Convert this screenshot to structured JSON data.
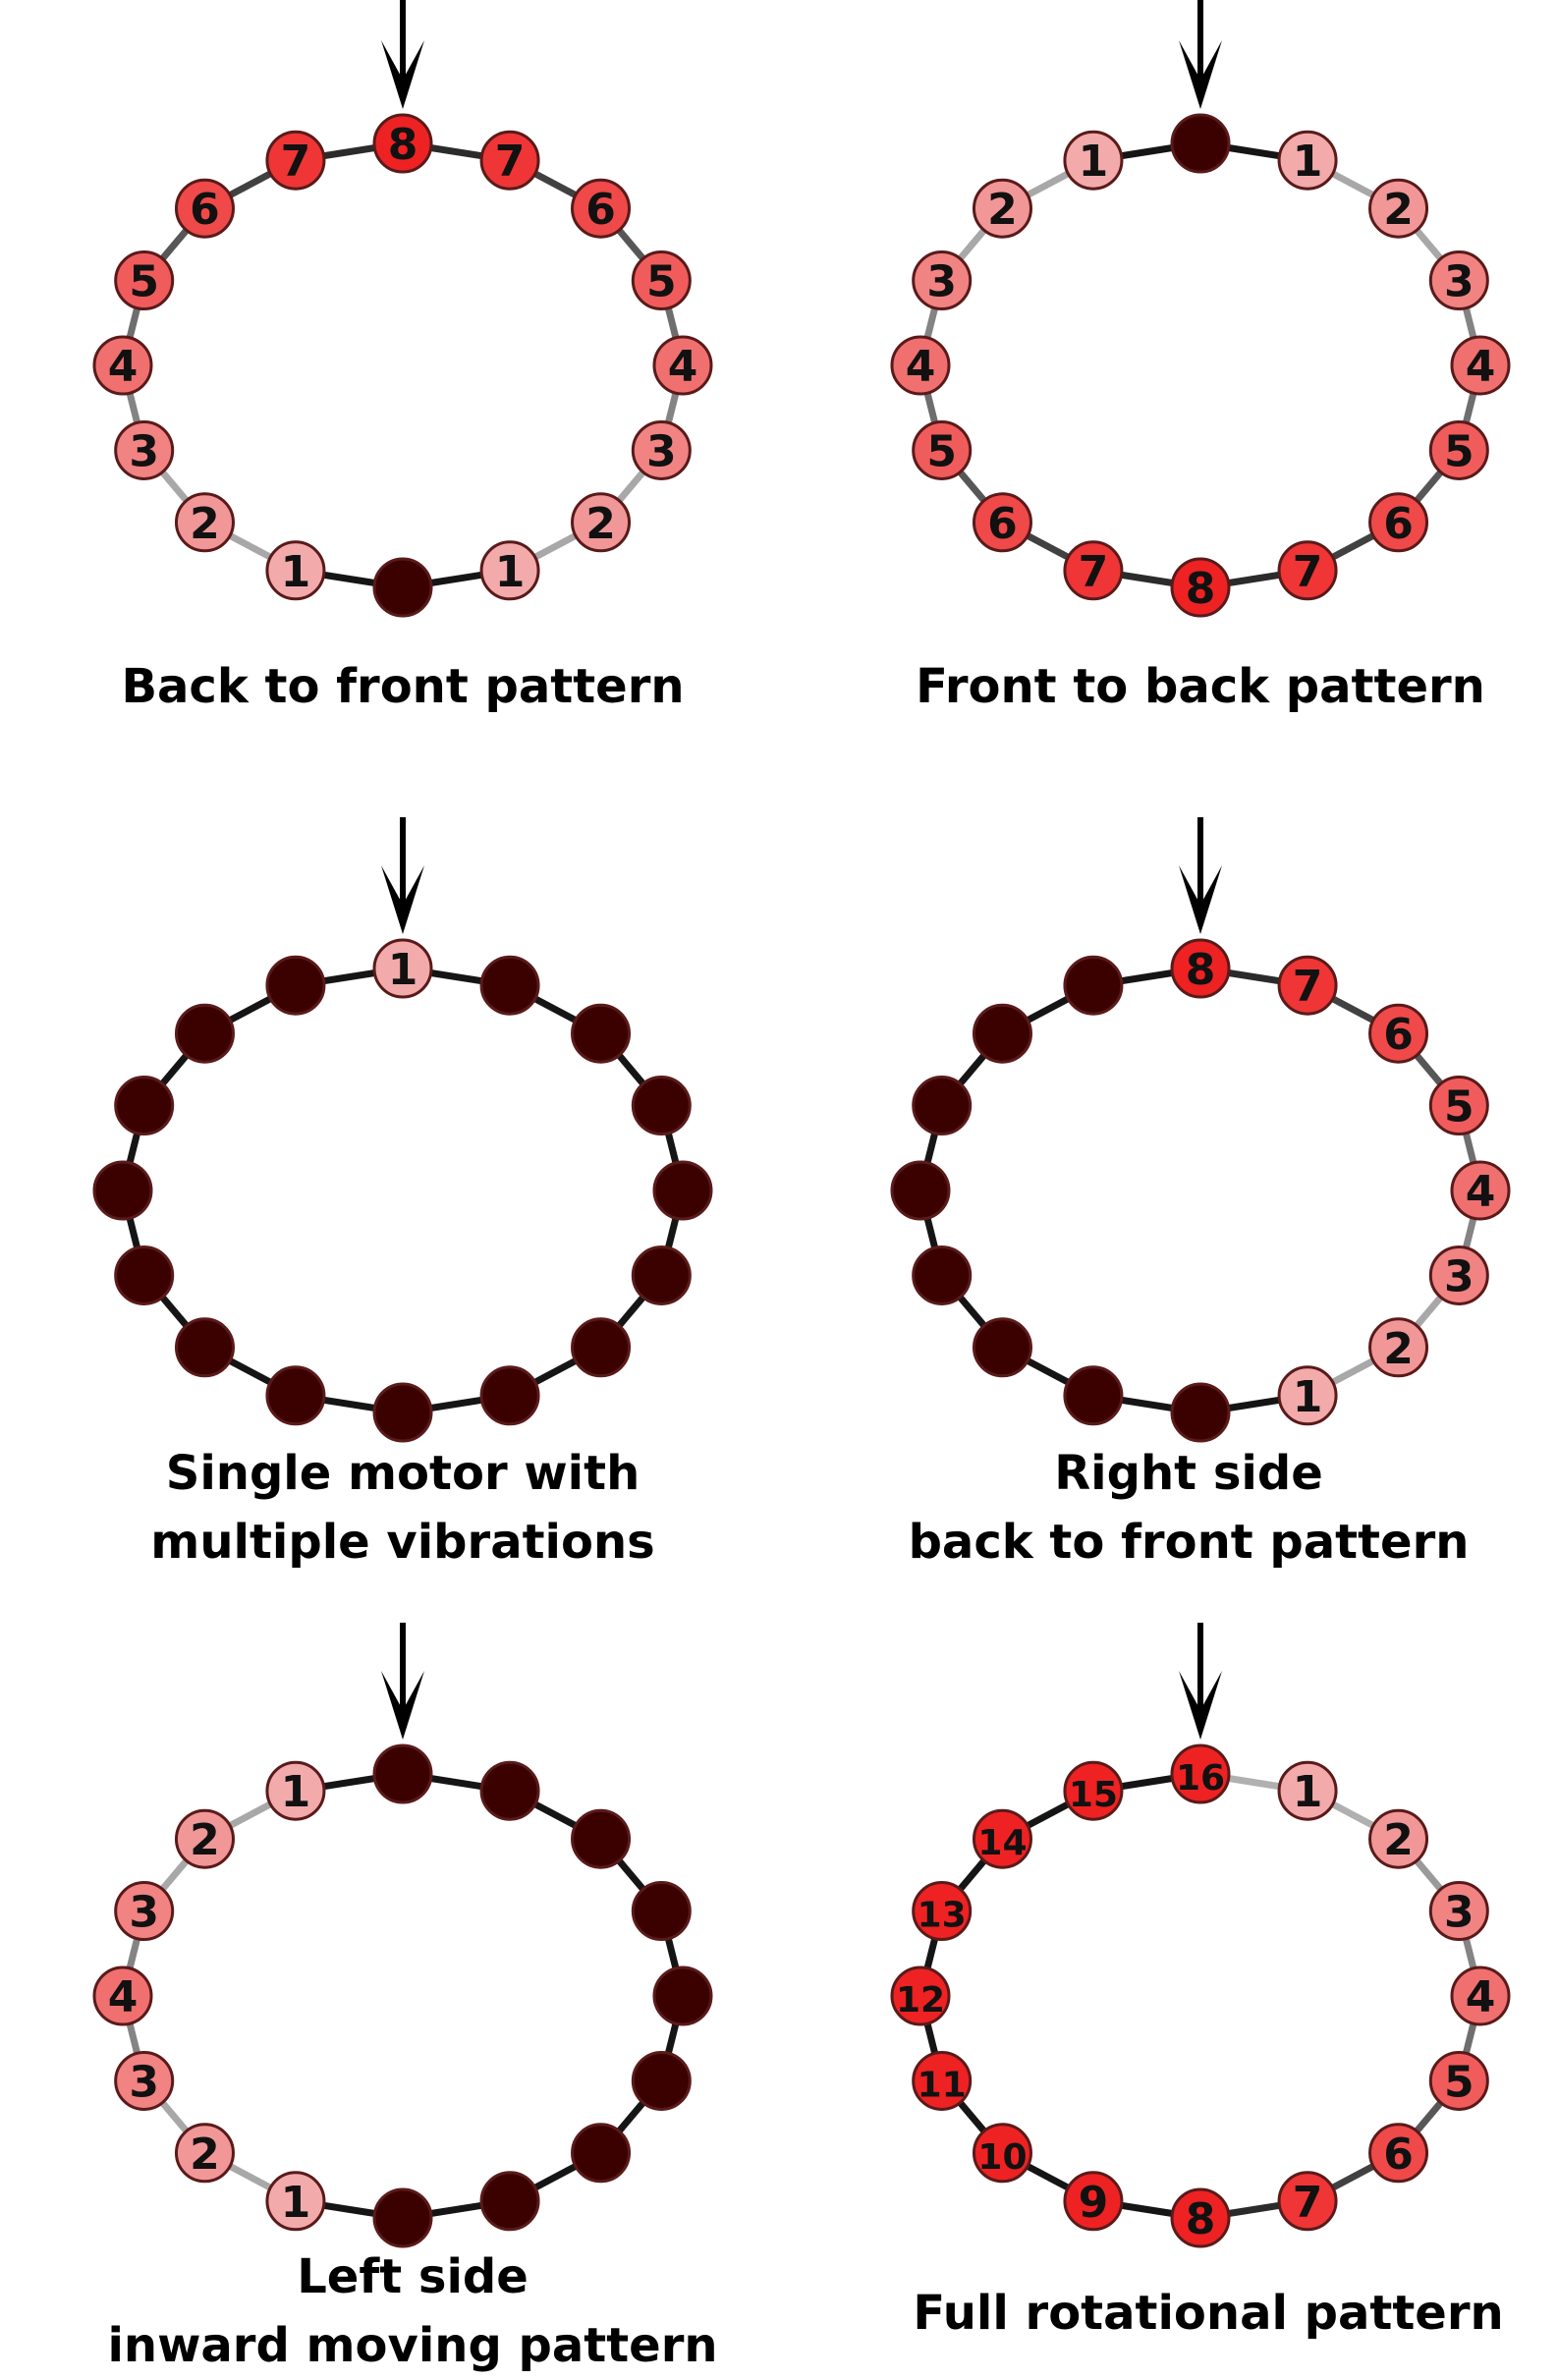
{
  "colors": {
    "background": "#ffffff",
    "inactive_motor": "#3b0000",
    "motor_outline": "#5a1a1a",
    "text": "#111111",
    "arrow": "#000000"
  },
  "intensity_scale_max": 8,
  "panels": [
    {
      "id": "back-to-front",
      "title_lines": [
        "Back to front pattern"
      ],
      "scale_max": 8,
      "motors": [
        "8",
        "7",
        "6",
        "5",
        "4",
        "3",
        "2",
        "1",
        "",
        "1",
        "2",
        "3",
        "4",
        "5",
        "6",
        "7"
      ]
    },
    {
      "id": "front-to-back",
      "title_lines": [
        "Front to back pattern"
      ],
      "scale_max": 8,
      "motors": [
        "",
        "1",
        "2",
        "3",
        "4",
        "5",
        "6",
        "7",
        "8",
        "7",
        "6",
        "5",
        "4",
        "3",
        "2",
        "1"
      ]
    },
    {
      "id": "single-motor",
      "title_lines": [
        "Single motor with",
        "multiple vibrations"
      ],
      "scale_max": 8,
      "motors": [
        "1",
        "",
        "",
        "",
        "",
        "",
        "",
        "",
        "",
        "",
        "",
        "",
        "",
        "",
        "",
        ""
      ]
    },
    {
      "id": "right-side",
      "title_lines": [
        "Right side",
        "back to front pattern"
      ],
      "scale_max": 8,
      "motors": [
        "8",
        "7",
        "6",
        "5",
        "4",
        "3",
        "2",
        "1",
        "",
        "",
        "",
        "",
        "",
        "",
        "",
        ""
      ]
    },
    {
      "id": "left-side-inward",
      "title_lines": [
        "Left side",
        "inward moving pattern"
      ],
      "scale_max": 8,
      "motors": [
        "",
        "",
        "",
        "",
        "",
        "",
        "",
        "",
        "",
        "1",
        "2",
        "3",
        "4",
        "3",
        "2",
        "1"
      ]
    },
    {
      "id": "full-rotational",
      "title_lines": [
        "Full rotational pattern"
      ],
      "scale_max": 16,
      "motors": [
        "16",
        "1",
        "2",
        "3",
        "4",
        "5",
        "6",
        "7",
        "8",
        "9",
        "10",
        "11",
        "12",
        "13",
        "14",
        "15"
      ]
    }
  ]
}
